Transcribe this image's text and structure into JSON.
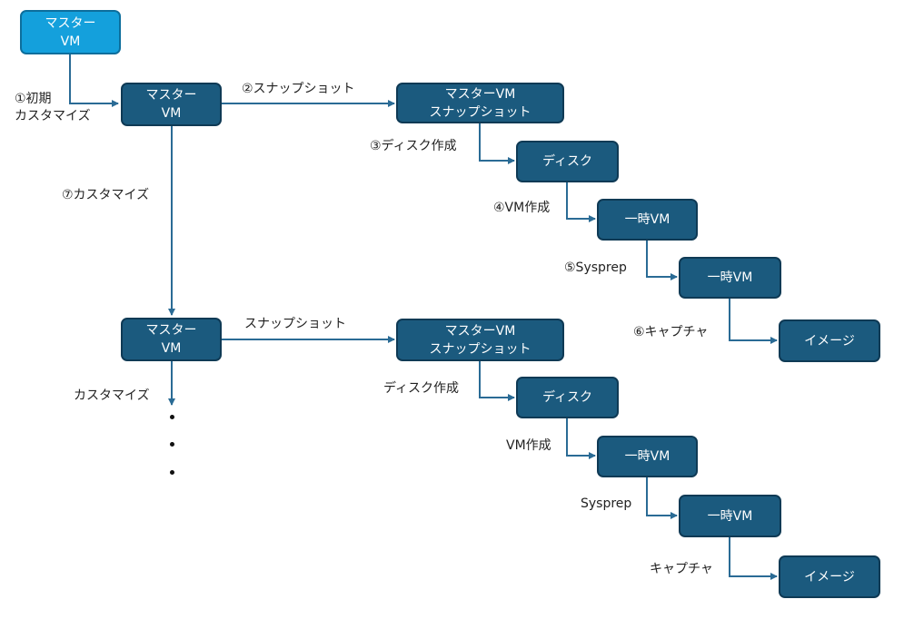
{
  "colors": {
    "node_fill": "#1b5a7e",
    "start_fill": "#14a0dc",
    "connector": "#2a6b95"
  },
  "nodes": {
    "master_vm_initial": [
      "マスター",
      "VM"
    ],
    "master_vm_1": [
      "マスター",
      "VM"
    ],
    "snapshot_1": [
      "マスターVM",
      "スナップショット"
    ],
    "disk_1": [
      "ディスク"
    ],
    "temp_vm_1a": [
      "一時VM"
    ],
    "temp_vm_1b": [
      "一時VM"
    ],
    "image_1": [
      "イメージ"
    ],
    "master_vm_2": [
      "マスター",
      "VM"
    ],
    "snapshot_2": [
      "マスターVM",
      "スナップショット"
    ],
    "disk_2": [
      "ディスク"
    ],
    "temp_vm_2a": [
      "一時VM"
    ],
    "temp_vm_2b": [
      "一時VM"
    ],
    "image_2": [
      "イメージ"
    ]
  },
  "edge_labels": {
    "initial_customize": [
      "①初期",
      "カスタマイズ"
    ],
    "snapshot_1": "②スナップショット",
    "create_disk_1": "③ディスク作成",
    "create_vm_1": "④VM作成",
    "sysprep_1": "⑤Sysprep",
    "capture_1": "⑥キャプチャ",
    "customize_7": "⑦カスタマイズ",
    "snapshot_2": "スナップショット",
    "create_disk_2": "ディスク作成",
    "create_vm_2": "VM作成",
    "sysprep_2": "Sysprep",
    "capture_2": "キャプチャ",
    "customize_next": "カスタマイズ"
  }
}
